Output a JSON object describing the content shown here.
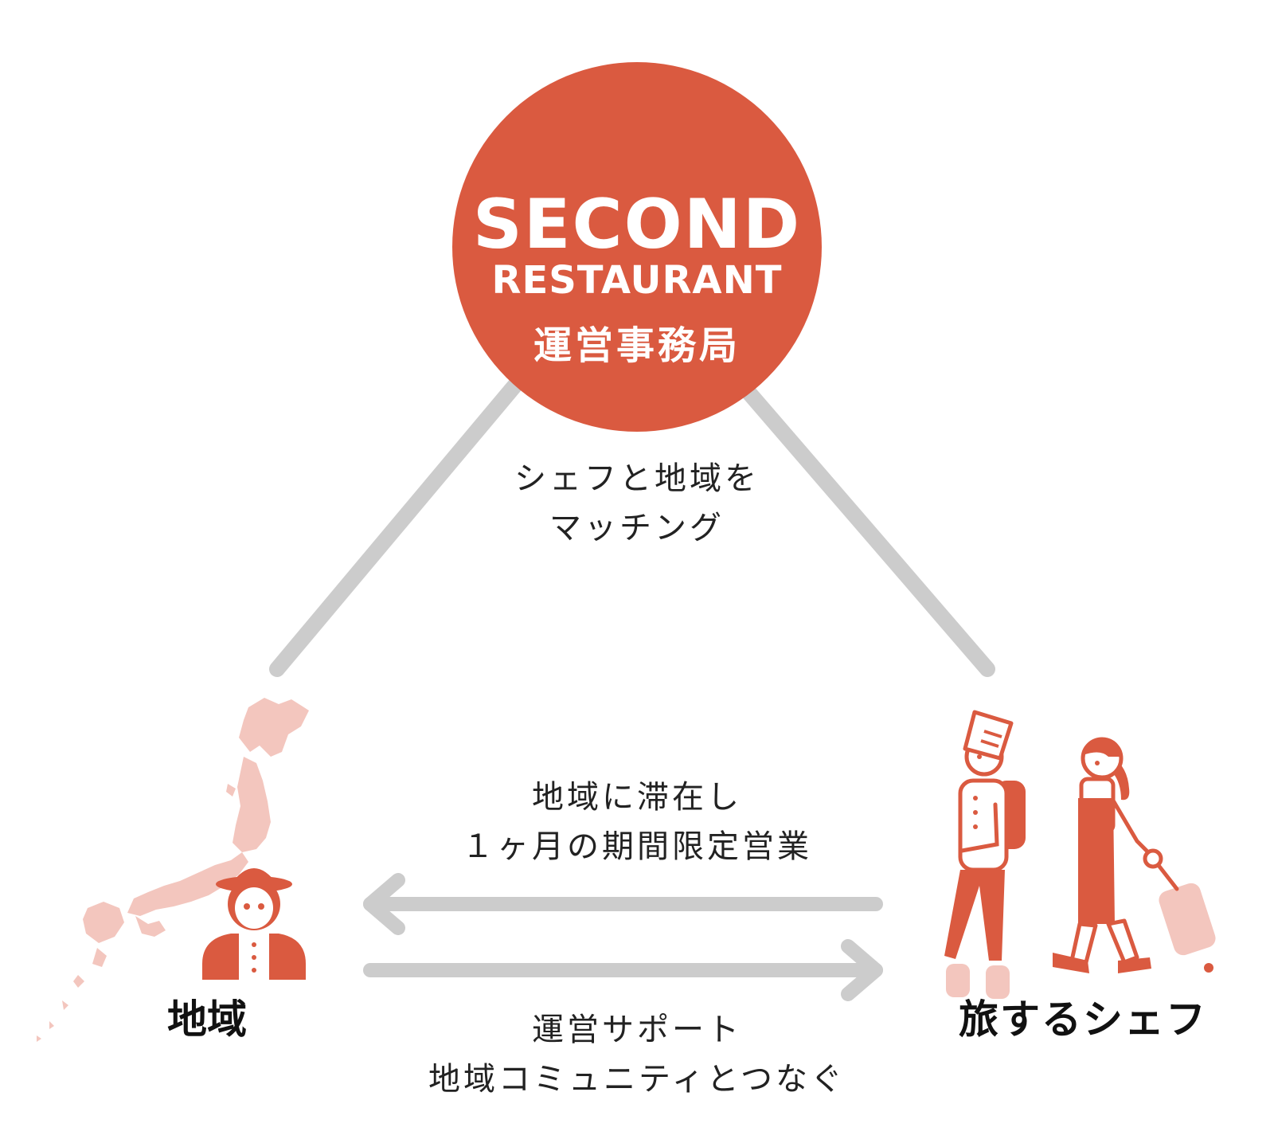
{
  "colors": {
    "accent": "#DA5A40",
    "accent_light": "#F3C6BE",
    "connector": "#CCCCCC",
    "text": "#222222"
  },
  "center": {
    "logo_line1": "SECOND",
    "logo_line2": "RESTAURANT",
    "office": "運営事務局"
  },
  "edges": {
    "matching": [
      "シェフと地域を",
      "マッチング"
    ],
    "chef_to_region": [
      "地域に滞在し",
      "１ヶ月の期間限定営業"
    ],
    "region_to_chef": [
      "運営サポート",
      "地域コミュニティとつなぐ"
    ]
  },
  "nodes": {
    "region": {
      "label": "地域",
      "icons": [
        "japan-map-icon",
        "local-person-icon"
      ]
    },
    "chef": {
      "label": "旅するシェフ",
      "icons": [
        "chef-backpack-icon",
        "traveler-suitcase-icon"
      ]
    }
  }
}
